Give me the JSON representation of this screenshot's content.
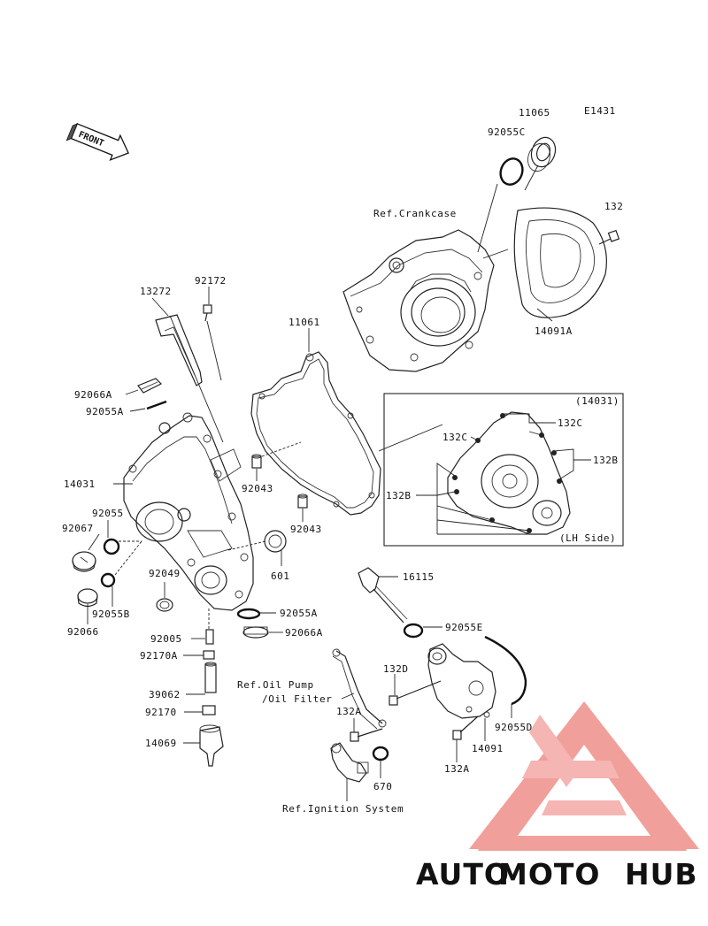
{
  "diagram_code": "E1431",
  "front_label": "FRONT",
  "inset_title": "(14031)",
  "inset_caption": "(LH Side)",
  "refs": {
    "crankcase": "Ref.Crankcase",
    "oil_pump_1": "Ref.Oil Pump",
    "oil_pump_2": "/Oil Filter",
    "ignition": "Ref.Ignition System"
  },
  "parts": {
    "p11065": "11065",
    "p92055C": "92055C",
    "p132": "132",
    "p14091A": "14091A",
    "p13272": "13272",
    "p92172": "92172",
    "p11061": "11061",
    "p92066A_top": "92066A",
    "p92055A_top": "92055A",
    "p14031": "14031",
    "p92043_a": "92043",
    "p92043_b": "92043",
    "p92055": "92055",
    "p92067": "92067",
    "p92049": "92049",
    "p601": "601",
    "p92055B": "92055B",
    "p92066": "92066",
    "p92055A_bot": "92055A",
    "p92066A_bot": "92066A",
    "p92005": "92005",
    "p92170A": "92170A",
    "p39062": "39062",
    "p92170": "92170",
    "p14069": "14069",
    "p16115": "16115",
    "p92055E": "92055E",
    "p132D": "132D",
    "p132A_left": "132A",
    "p92055D": "92055D",
    "p14091": "14091",
    "p132A_right": "132A",
    "p670": "670",
    "i132C_top": "132C",
    "i132C_left": "132C",
    "i132B_right": "132B",
    "i132B_left": "132B"
  },
  "watermark": {
    "part1": "AUTO",
    "part2": "MOTO",
    "part3": "HUB",
    "color_orange": "#f4a93c",
    "color_red": "#e9766f",
    "color_gray": "#555555"
  }
}
